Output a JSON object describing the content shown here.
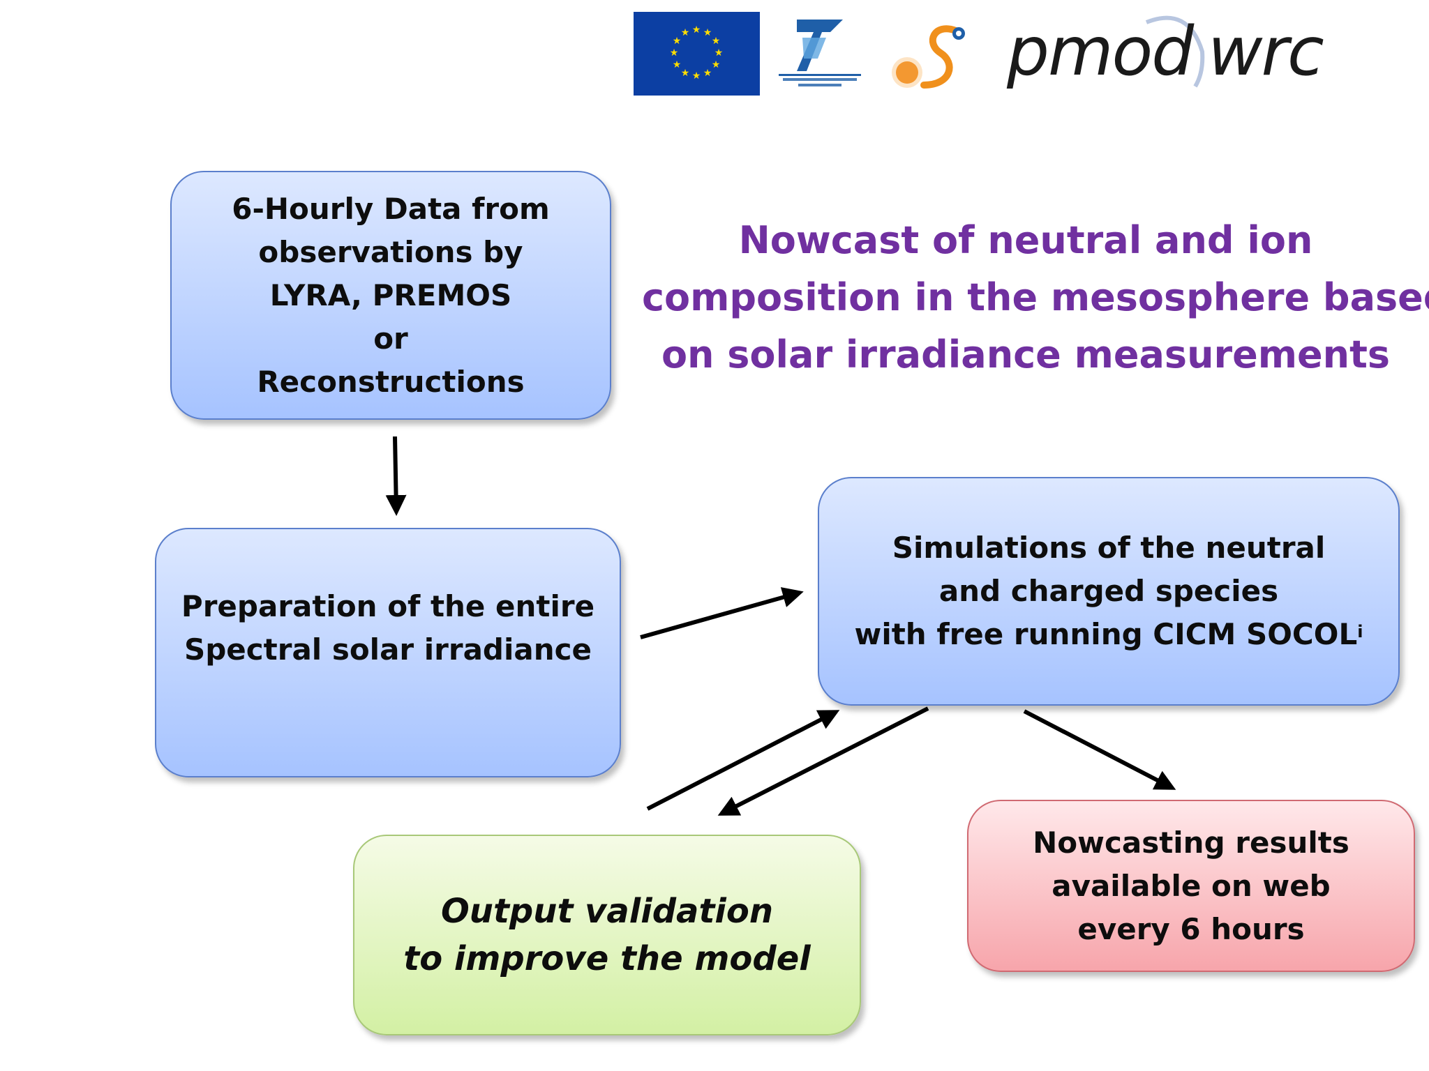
{
  "logos": {
    "pmod_left": "pmod",
    "pmod_right": "wrc",
    "icons": [
      "eu-flag-icon",
      "seventh-framework-programme-logo",
      "sun-s-logo",
      "pmod-wrc-logo"
    ]
  },
  "title": {
    "lines": [
      "Nowcast of neutral and ion",
      "composition in the mesosphere based",
      "on solar irradiance measurements"
    ],
    "color": "#7030a0"
  },
  "nodes": {
    "data": {
      "lines": [
        "6-Hourly Data from",
        "observations by",
        "LYRA, PREMOS",
        "or",
        "Reconstructions"
      ]
    },
    "prep": {
      "lines": [
        "Preparation of the entire",
        "Spectral solar irradiance"
      ]
    },
    "sim": {
      "lines": [
        "Simulations of the neutral",
        "and charged species",
        "with free running CICM SOCOL"
      ],
      "superscript": "i"
    },
    "valid": {
      "lines": [
        "Output validation",
        "to improve the model"
      ]
    },
    "web": {
      "lines": [
        "Nowcasting results",
        "available on web",
        "every 6 hours"
      ]
    }
  },
  "colors": {
    "box_blue_top": "#dde8ff",
    "box_blue_bottom": "#a6c3ff",
    "box_green_top": "#f5fbe6",
    "box_green_bottom": "#d3f0a4",
    "box_red_top": "#ffe8ea",
    "box_red_bottom": "#f7a5ab",
    "arrow": "#000000"
  },
  "edges": [
    {
      "from": "data",
      "to": "prep"
    },
    {
      "from": "prep",
      "to": "sim"
    },
    {
      "from": "valid",
      "to": "sim"
    },
    {
      "from": "sim",
      "to": "valid"
    },
    {
      "from": "sim",
      "to": "web"
    }
  ]
}
